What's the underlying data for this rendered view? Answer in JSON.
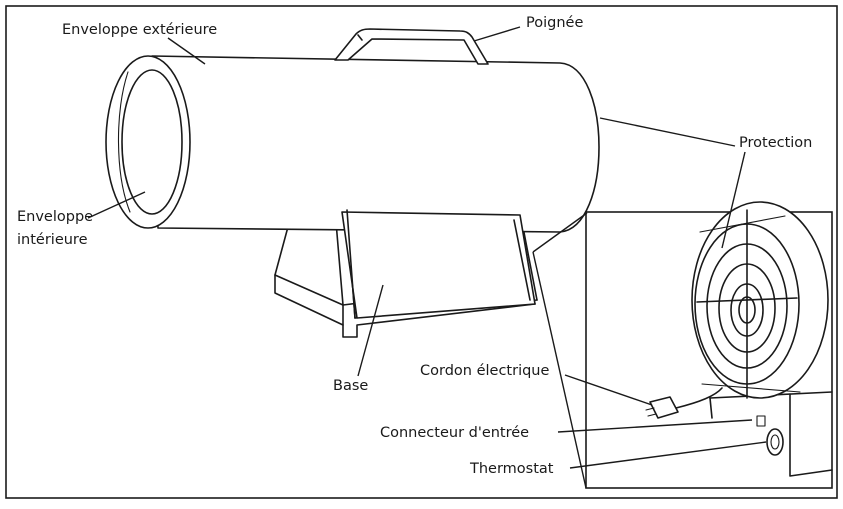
{
  "labels": {
    "outer_shell": "Enveloppe extérieure",
    "handle": "Poignée",
    "protection": "Protection",
    "inner_shell_line1": "Enveloppe",
    "inner_shell_line2": "intérieure",
    "base": "Base",
    "power_cord": "Cordon électrique",
    "inlet_connector": "Connecteur d'entrée",
    "thermostat": "Thermostat"
  }
}
